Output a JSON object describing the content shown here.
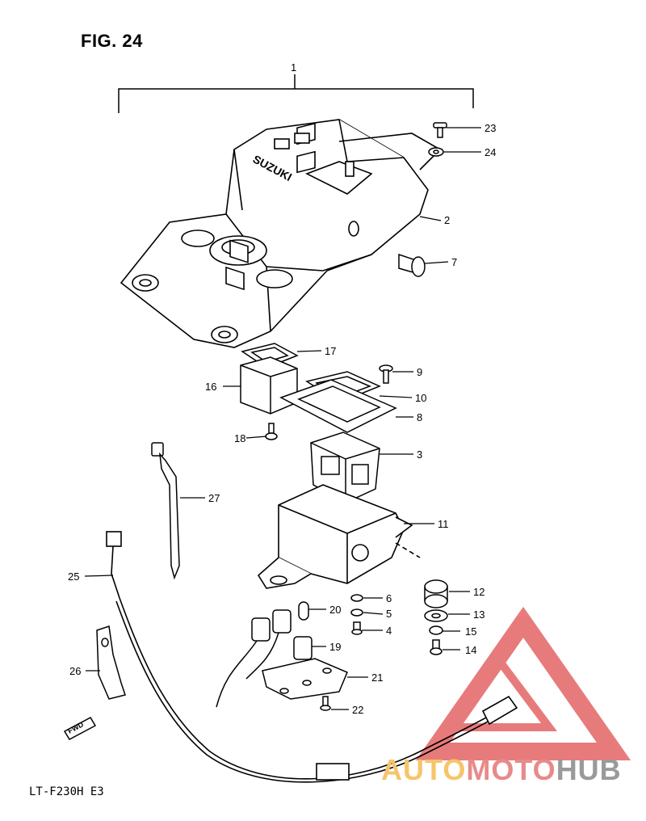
{
  "figure": {
    "title": "FIG. 24",
    "model": "LT-F230H E3"
  },
  "assembly_number": "1",
  "fwd_tag": "FWD",
  "panel_labels": {
    "brand": "SUZUKI"
  },
  "watermark": {
    "part1": "AUTO",
    "part2": "MOTO",
    "part3": "HUB",
    "colors": {
      "auto": "#f6c56a",
      "moto": "#e88a8a",
      "hub": "#9a9a9a",
      "triangle": "#e05050"
    }
  },
  "callouts": [
    {
      "id": "c2",
      "label": "2"
    },
    {
      "id": "c3",
      "label": "3"
    },
    {
      "id": "c4",
      "label": "4"
    },
    {
      "id": "c5",
      "label": "5"
    },
    {
      "id": "c6",
      "label": "6"
    },
    {
      "id": "c7",
      "label": "7"
    },
    {
      "id": "c8",
      "label": "8"
    },
    {
      "id": "c9",
      "label": "9"
    },
    {
      "id": "c10",
      "label": "10"
    },
    {
      "id": "c11",
      "label": "11"
    },
    {
      "id": "c12",
      "label": "12"
    },
    {
      "id": "c13",
      "label": "13"
    },
    {
      "id": "c14",
      "label": "14"
    },
    {
      "id": "c15",
      "label": "15"
    },
    {
      "id": "c16",
      "label": "16"
    },
    {
      "id": "c17",
      "label": "17"
    },
    {
      "id": "c18",
      "label": "18"
    },
    {
      "id": "c19",
      "label": "19"
    },
    {
      "id": "c20",
      "label": "20"
    },
    {
      "id": "c21",
      "label": "21"
    },
    {
      "id": "c22",
      "label": "22"
    },
    {
      "id": "c23",
      "label": "23"
    },
    {
      "id": "c24",
      "label": "24"
    },
    {
      "id": "c25",
      "label": "25"
    },
    {
      "id": "c26",
      "label": "26"
    },
    {
      "id": "c27",
      "label": "27"
    }
  ]
}
